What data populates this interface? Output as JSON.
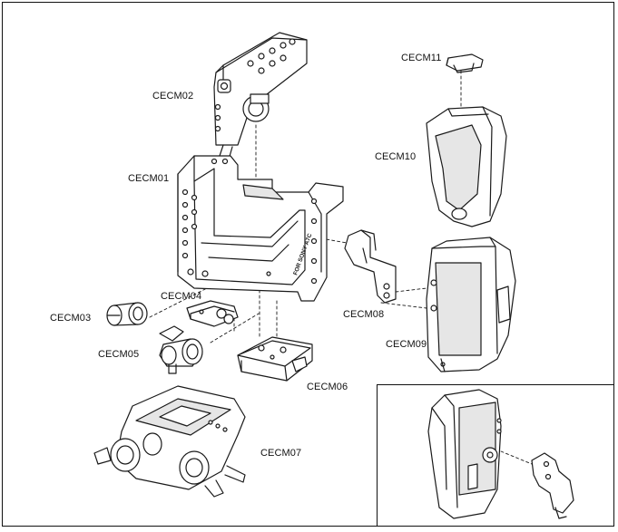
{
  "labels": {
    "cecm01": "CECM01",
    "cecm02": "CECM02",
    "cecm03": "CECM03",
    "cecm04": "CECM04",
    "cecm05": "CECM05",
    "cecm06": "CECM06",
    "cecm07": "CECM07",
    "cecm08": "CECM08",
    "cecm09": "CECM09",
    "cecm10": "CECM10",
    "cecm11": "CECM11"
  },
  "cage_engraving": "FOR SONY A7C",
  "colors": {
    "line": "#1a1a1a",
    "fill": "#ffffff",
    "shade": "#e6e6e6"
  }
}
